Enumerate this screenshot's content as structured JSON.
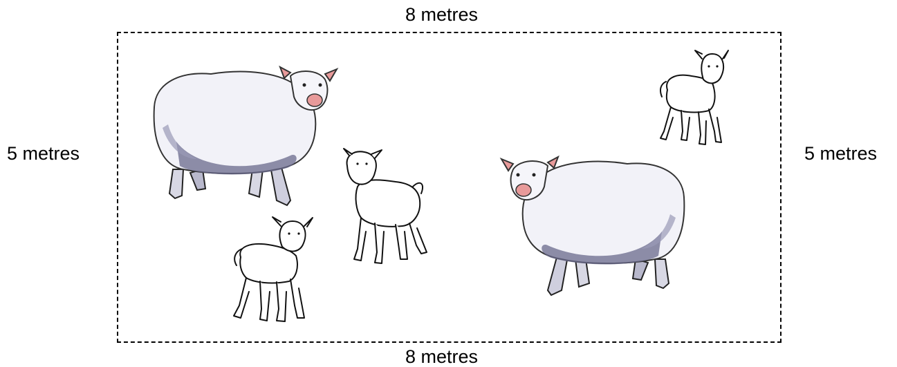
{
  "labels": {
    "top": "8 metres",
    "bottom": "8 metres",
    "left": "5 metres",
    "right": "5 metres"
  },
  "animals": [
    "sheep",
    "sheep",
    "lamb",
    "lamb",
    "lamb"
  ],
  "colors": {
    "border": "#000000",
    "wool": "#f2f2f8",
    "shadow": "#6a6a8c",
    "face": "#e89a9a"
  }
}
